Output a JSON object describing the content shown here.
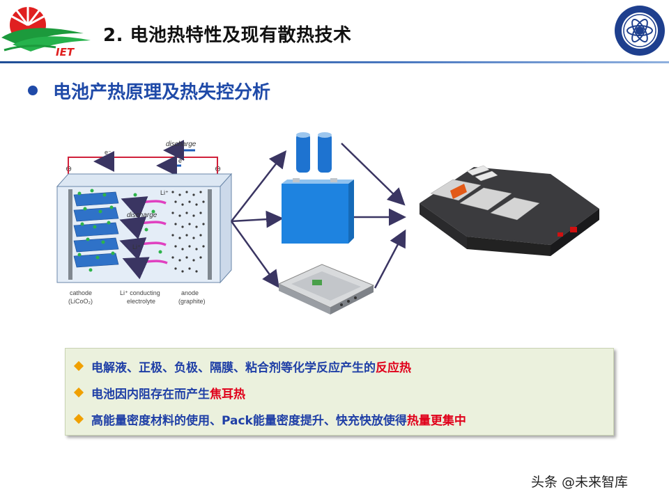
{
  "header": {
    "logo_text": "IET",
    "title": "2. 电池热特性及现有散热技术"
  },
  "section": {
    "heading": "电池产热原理及热失控分析"
  },
  "diagram": {
    "electron_label": "e⁻",
    "electron_label_2": "e⁻",
    "discharge_top": "discharge",
    "discharge_mid": "discharge",
    "li_top": "Li⁺",
    "li_mid": "Li⁺",
    "plus_terminal": "⊕",
    "minus_terminal": "⊖",
    "cathode_label": "cathode",
    "cathode_sub": "(LiCoO₂)",
    "electrolyte_label": "Li⁺ conducting",
    "electrolyte_sub": "electrolyte",
    "anode_label": "anode",
    "anode_sub": "(graphite)"
  },
  "info_box": {
    "items": [
      {
        "text": "电解液、正极、负极、隔膜、粘合剂等化学反应产生的",
        "highlight": "反应热"
      },
      {
        "text": "电池因内阻存在而产生",
        "highlight": "焦耳热"
      },
      {
        "text": "高能量密度材料的使用、Pack能量密度提升、快充快放使得",
        "highlight": "热量更集中"
      }
    ]
  },
  "watermark": "头条 @未来智库",
  "colors": {
    "accent_blue": "#1f4aa8",
    "highlight_red": "#e0001a",
    "bullet_orange": "#f0a000",
    "box_bg": "#ebf1dd"
  }
}
